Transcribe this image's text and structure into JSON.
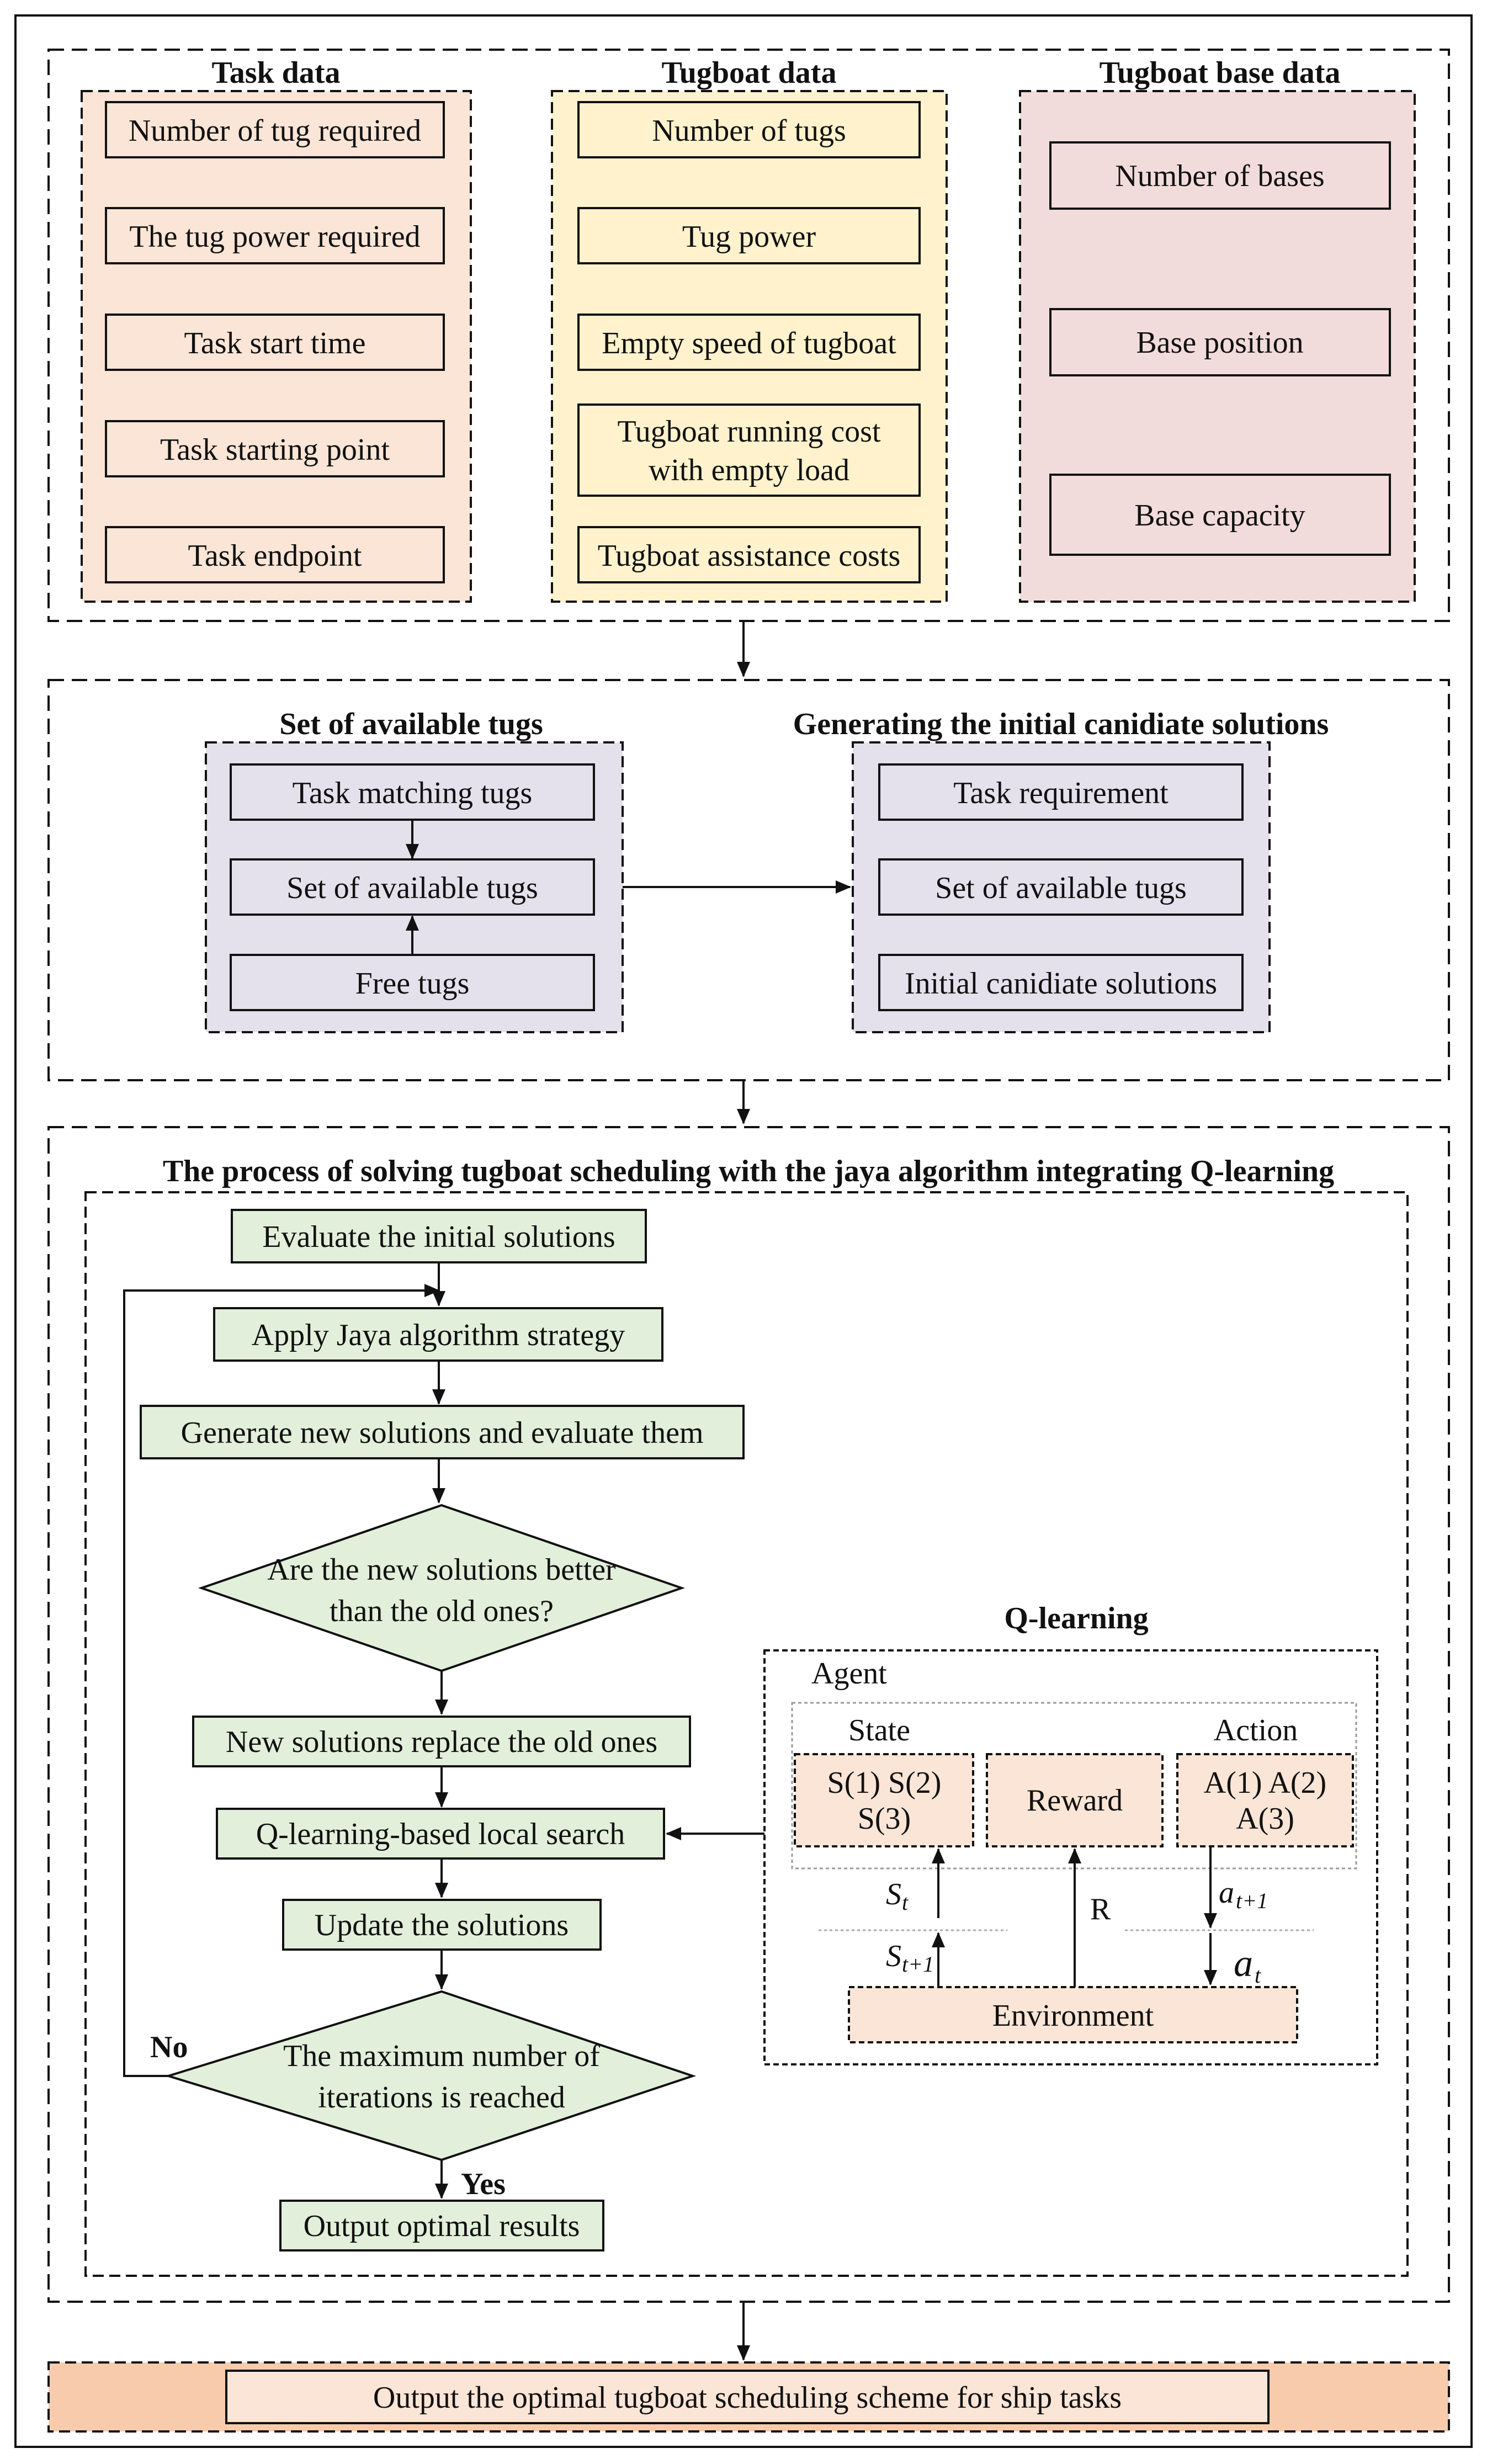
{
  "sections": {
    "task_data": {
      "title": "Task data",
      "items": [
        "Number of tug required",
        "The tug power required",
        "Task start time",
        "Task starting point",
        "Task endpoint"
      ]
    },
    "tugboat_data": {
      "title": "Tugboat data",
      "items": [
        "Number of tugs",
        "Tug power",
        "Empty speed of tugboat",
        [
          "Tugboat running cost",
          "with empty load"
        ],
        "Tugboat assistance costs"
      ]
    },
    "base_data": {
      "title": "Tugboat base data",
      "items": [
        "Number of bases",
        "Base position",
        "Base capacity"
      ]
    },
    "available_tugs": {
      "title": "Set of available tugs",
      "items": [
        "Task matching tugs",
        "Set of available tugs",
        "Free tugs"
      ]
    },
    "initial_solutions": {
      "title": "Generating the initial canidiate solutions",
      "items": [
        "Task requirement",
        "Set of available tugs",
        "Initial canidiate solutions"
      ]
    },
    "process": {
      "title": "The process of solving tugboat scheduling with the jaya algorithm integrating Q-learning",
      "evaluate": "Evaluate the initial solutions",
      "apply": "Apply Jaya algorithm strategy",
      "generate": "Generate  new solutions and evaluate them",
      "decision1": [
        "Are the new solutions better",
        "than the old ones?"
      ],
      "replace": "New solutions replace the old ones",
      "local_search": "Q-learning-based local search",
      "update": "Update the solutions",
      "decision2": [
        "The maximum number of",
        "iterations is reached"
      ],
      "no_label": "No",
      "yes_label": "Yes",
      "output": "Output optimal results"
    },
    "qlearning": {
      "title": "Q-learning",
      "agent": "Agent",
      "state_label": "State",
      "action_label": "Action",
      "state_box": [
        "S(1)   S(2)",
        "S(3)"
      ],
      "reward": "Reward",
      "action_box": [
        "A(1)  A(2)",
        "A(3)"
      ],
      "environment": "Environment",
      "r_label": "R",
      "s_t": "S",
      "s_t_sub": "t",
      "s_t1": "S",
      "s_t1_sub": "t+1",
      "a_t1": "a",
      "a_t1_sub": "t+1",
      "a_t": "a",
      "a_t_sub": "t"
    },
    "final_output": "Output the optimal tugboat scheduling scheme for ship tasks"
  },
  "colors": {
    "task_fill": "#fbe5d6",
    "tugboat_fill": "#fff2cc",
    "base_fill": "#f2dcdb",
    "purple_fill": "#e4e1ec",
    "green_fill": "#e2efda",
    "output_band": "#f8cbad",
    "line": "#111111"
  }
}
